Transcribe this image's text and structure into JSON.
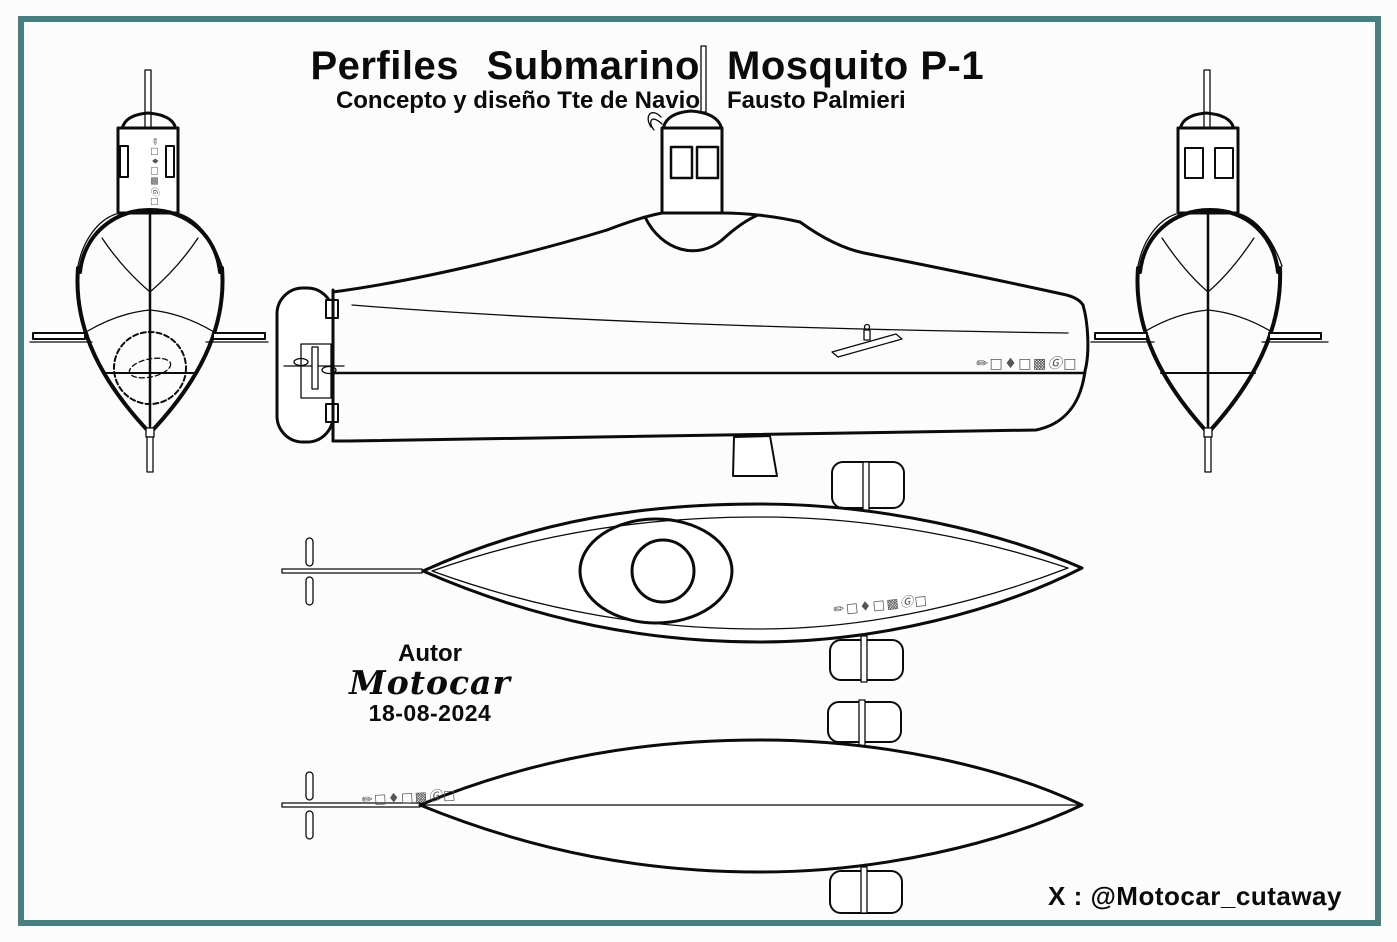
{
  "page": {
    "background": "#fcfcfc",
    "border_color": "#4a7f80",
    "line_color": "#0b0b0b"
  },
  "header": {
    "title_left": "Perfiles Submarino",
    "title_right": "Mosquito P-1",
    "subtitle_left": "Concepto y diseño Tte de Navio",
    "subtitle_right": "Fausto Palmieri"
  },
  "author_block": {
    "label": "Autor",
    "signature": "Motocar",
    "date": "18-08-2024"
  },
  "footer": {
    "handle": "X : @Motocar_cutaway"
  },
  "markings": {
    "hull_code": "✏□♦□▩Ⓖ□"
  }
}
